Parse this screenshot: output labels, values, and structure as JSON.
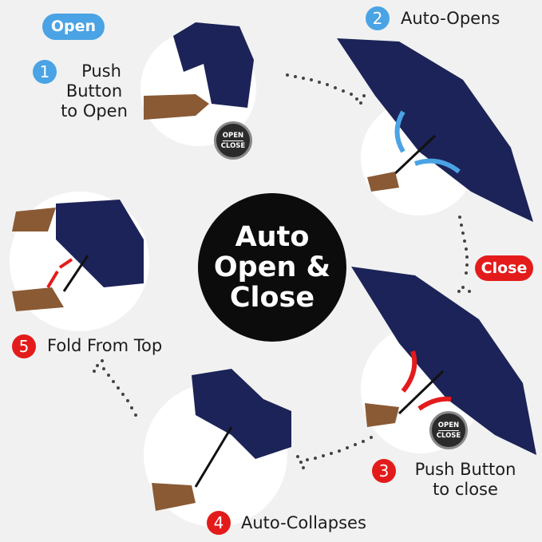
{
  "badges": {
    "open": "Open",
    "close": "Close"
  },
  "colors": {
    "open_blue": "#4aa3e4",
    "close_red": "#e41b1b",
    "umbrella_navy": "#1b2358",
    "background": "#f1f1f1"
  },
  "center": {
    "line1": "Auto",
    "line2": "Open &",
    "line3": "Close"
  },
  "steps": [
    {
      "num": "1",
      "lines": [
        "Push",
        "Button",
        "to Open"
      ]
    },
    {
      "num": "2",
      "lines": [
        "Auto-Opens"
      ]
    },
    {
      "num": "3",
      "lines": [
        "Push Button",
        "to close"
      ]
    },
    {
      "num": "4",
      "lines": [
        "Auto-Collapses"
      ]
    },
    {
      "num": "5",
      "lines": [
        "Fold From Top"
      ]
    }
  ],
  "button_icon": {
    "top": "OPEN",
    "bottom": "CLOSE"
  }
}
